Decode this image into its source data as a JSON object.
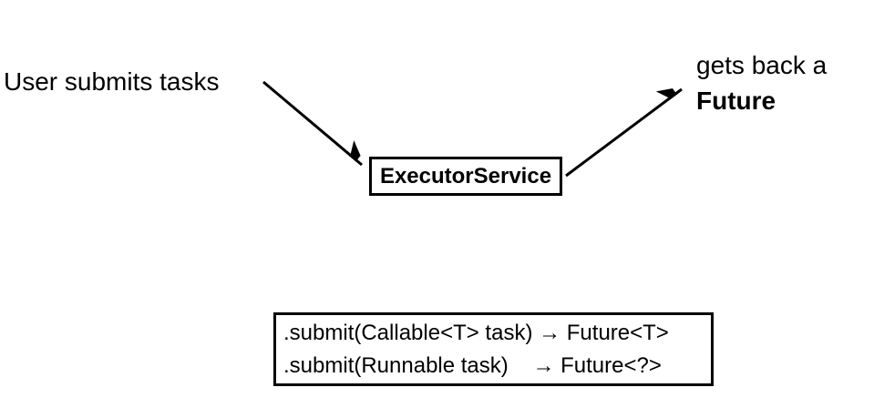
{
  "diagram": {
    "user_label": "User submits tasks",
    "executor_label": "ExecutorService",
    "result_line1": "gets back a",
    "result_line2": "Future",
    "api_line1": ".submit(Callable<T> task) → Future<T>",
    "api_line2": ".submit(Runnable task)    → Future<?>",
    "colors": {
      "ink": "#000000",
      "background": "#ffffff"
    }
  }
}
